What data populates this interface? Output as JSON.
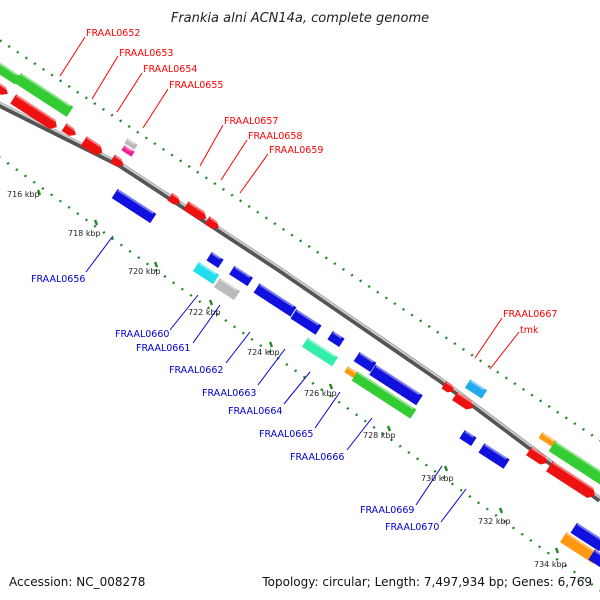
{
  "title": "Frankia alni ACN14a, complete genome",
  "footer": {
    "accession": "Accession: NC_008278",
    "topology": "Topology: circular; Length: 7,497,934 bp; Genes: 6,769"
  },
  "colors": {
    "forward_label": "#ff0000",
    "reverse_label": "#0000cc",
    "backbone": "#888888",
    "tick": "#228822",
    "red_gene": "#ee1111",
    "blue_gene": "#1111dd",
    "green_feature": "#33cc33",
    "cyan_gene": "#22ddee",
    "mint_gene": "#33eeaa",
    "orange_feature": "#ff9911",
    "gray_gene": "#bbbbbb",
    "magenta_gene": "#ee2299",
    "light_blue_gene": "#22aaee"
  },
  "scale_labels": [
    "716 kbp",
    "718 kbp",
    "720 kbp",
    "722 kbp",
    "724 kbp",
    "726 kbp",
    "728 kbp",
    "730 kbp",
    "732 kbp",
    "734 kbp"
  ],
  "forward_labels": [
    "FRAAL0652",
    "FRAAL0653",
    "FRAAL0654",
    "FRAAL0655",
    "FRAAL0657",
    "FRAAL0658",
    "FRAAL0659",
    "FRAAL0667",
    "tmk"
  ],
  "reverse_labels": [
    "FRAAL0656",
    "FRAAL0660",
    "FRAAL0661",
    "FRAAL0662",
    "FRAAL0663",
    "FRAAL0664",
    "FRAAL0665",
    "FRAAL0666",
    "FRAAL0669",
    "FRAAL0670"
  ]
}
